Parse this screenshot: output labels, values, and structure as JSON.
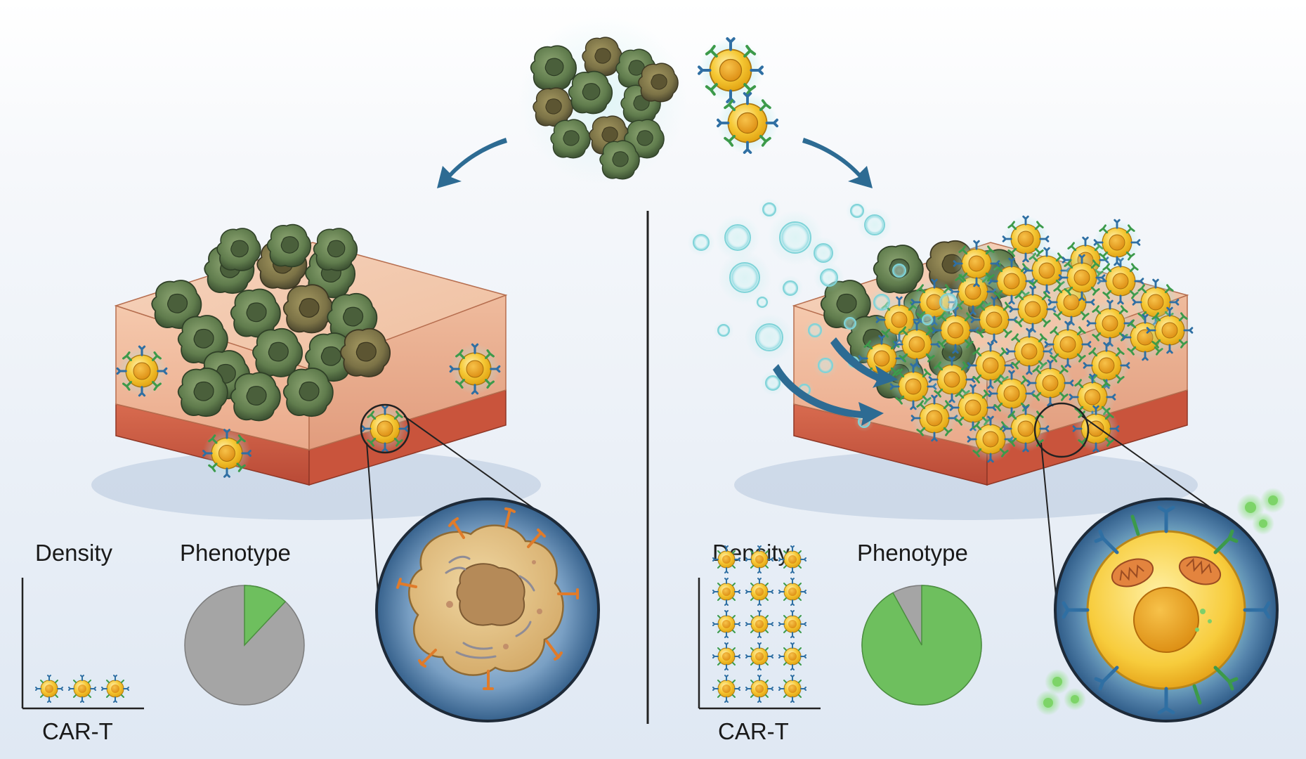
{
  "panels": {
    "left": {
      "density_label": "Density",
      "phenotype_label": "Phenotype",
      "axis_label": "CAR-T",
      "density_cell_count": 3,
      "phenotype_active_fraction": 0.12
    },
    "right": {
      "density_label": "Density",
      "phenotype_label": "Phenotype",
      "axis_label": "CAR-T",
      "density_cell_count": 15,
      "phenotype_active_fraction": 0.92
    }
  },
  "colors": {
    "tumor": "#5f7a4e",
    "tumor_dark": "#3d5234",
    "tcell": "#f3c12a",
    "tcell_core": "#e39a12",
    "receptor_blue": "#2f6fa3",
    "receptor_green": "#3c9a4a",
    "phenotype_active": "#6ebf5e",
    "phenotype_inactive": "#a5a5a5",
    "arrow": "#2d6b93",
    "tissue": "#f3c4a6",
    "tissue_base": "#c8563e"
  }
}
